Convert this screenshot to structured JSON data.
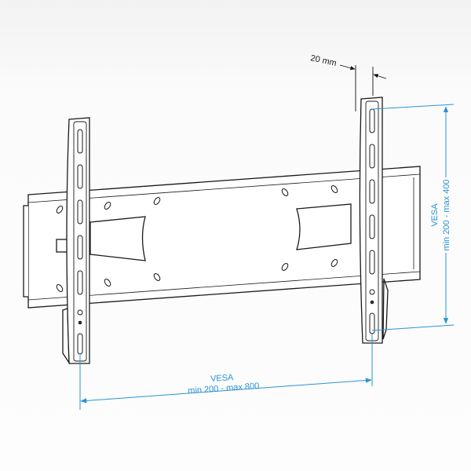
{
  "diagram": {
    "depth_label": "20 mm",
    "vertical_dimension": {
      "title": "VESA",
      "range": "min 200 - max 400"
    },
    "horizontal_dimension": {
      "title": "VESA",
      "range": "min 200 - max 800"
    },
    "colors": {
      "dimension": "#2a93d5",
      "line": "#1a1a1a",
      "fill": "#ffffff"
    }
  }
}
